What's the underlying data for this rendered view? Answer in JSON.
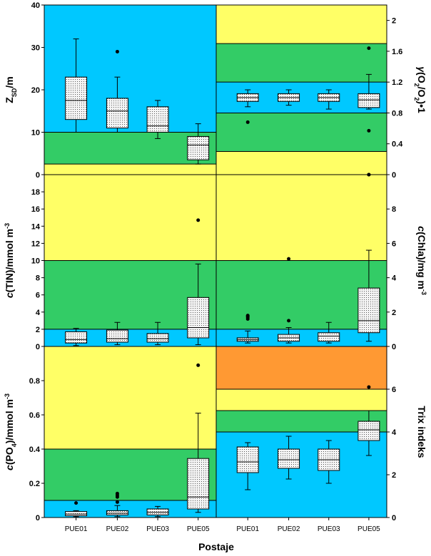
{
  "chart_data": {
    "type": "box",
    "xlabel": "Postaje",
    "categories": [
      "PUE01",
      "PUE02",
      "PUE03",
      "PUE05"
    ],
    "colors": {
      "blue": "#00c8ff",
      "green": "#33cc66",
      "yellow": "#ffff66",
      "orange": "#ff9933",
      "box_fill": "#f2f2f2"
    },
    "panels": [
      {
        "id": "zsd",
        "ylabel_parts": [
          [
            "Z",
            "normal"
          ],
          [
            "SD",
            "sub"
          ],
          [
            "/m",
            "normal"
          ]
        ],
        "axis_side": "left",
        "ylim": [
          0,
          40
        ],
        "yticks": [
          0,
          10,
          20,
          30,
          40
        ],
        "bands": [
          {
            "from": 0,
            "to": 2.5,
            "color": "yellow"
          },
          {
            "from": 2.5,
            "to": 10,
            "color": "green"
          },
          {
            "from": 10,
            "to": 40,
            "color": "blue"
          }
        ],
        "boxes": [
          {
            "category": "PUE01",
            "whisker_low": 10,
            "q1": 13,
            "median": 17.5,
            "q3": 23,
            "whisker_high": 32,
            "outliers": []
          },
          {
            "category": "PUE02",
            "whisker_low": 10,
            "q1": 11,
            "median": 15,
            "q3": 18,
            "whisker_high": 23,
            "outliers": [
              29
            ]
          },
          {
            "category": "PUE03",
            "whisker_low": 8.5,
            "q1": 10,
            "median": 11.5,
            "q3": 16,
            "whisker_high": 17.5,
            "outliers": []
          },
          {
            "category": "PUE05",
            "whisker_low": 2.5,
            "q1": 3.5,
            "median": 7,
            "q3": 9,
            "whisker_high": 12,
            "outliers": []
          }
        ]
      },
      {
        "id": "oxygen",
        "ylabel_parts": [
          [
            "γ",
            "italic"
          ],
          [
            "(O",
            "normal"
          ],
          [
            "2",
            "sub"
          ],
          [
            "/O",
            "normal"
          ],
          [
            "2",
            "sub"
          ],
          [
            ")•1",
            "normal"
          ]
        ],
        "axis_side": "right",
        "ylim": [
          0,
          2.2
        ],
        "yticks": [
          0,
          0.4,
          0.8,
          1.2,
          1.6,
          2
        ],
        "ytick_labels": [
          "0",
          "0.4",
          "0.8",
          "1.2",
          "1.6",
          "2"
        ],
        "bands": [
          {
            "from": 0,
            "to": 0.3,
            "color": "yellow"
          },
          {
            "from": 0.3,
            "to": 0.8,
            "color": "green"
          },
          {
            "from": 0.8,
            "to": 1.2,
            "color": "blue"
          },
          {
            "from": 1.2,
            "to": 1.7,
            "color": "green"
          },
          {
            "from": 1.7,
            "to": 2.2,
            "color": "yellow"
          }
        ],
        "boxes": [
          {
            "category": "PUE01",
            "whisker_low": 0.88,
            "q1": 0.95,
            "median": 1.0,
            "q3": 1.05,
            "whisker_high": 1.1,
            "outliers": [
              0.68
            ]
          },
          {
            "category": "PUE02",
            "whisker_low": 0.9,
            "q1": 0.95,
            "median": 1.0,
            "q3": 1.05,
            "whisker_high": 1.1,
            "outliers": []
          },
          {
            "category": "PUE03",
            "whisker_low": 0.85,
            "q1": 0.95,
            "median": 1.0,
            "q3": 1.05,
            "whisker_high": 1.1,
            "outliers": []
          },
          {
            "category": "PUE05",
            "whisker_low": 0.85,
            "q1": 0.87,
            "median": 0.97,
            "q3": 1.05,
            "whisker_high": 1.3,
            "outliers": [
              0.57,
              1.64,
              0
            ]
          }
        ]
      },
      {
        "id": "tin",
        "ylabel_parts": [
          [
            "c",
            "italic"
          ],
          [
            "(TIN)/mmol m",
            "normal"
          ],
          [
            "-3",
            "sup"
          ]
        ],
        "axis_side": "left",
        "ylim": [
          0,
          20
        ],
        "yticks": [
          0,
          2,
          4,
          6,
          8,
          10,
          12,
          14,
          16,
          18
        ],
        "bands": [
          {
            "from": 0,
            "to": 2,
            "color": "blue"
          },
          {
            "from": 2,
            "to": 10,
            "color": "green"
          },
          {
            "from": 10,
            "to": 20,
            "color": "yellow"
          }
        ],
        "boxes": [
          {
            "category": "PUE01",
            "whisker_low": 0.1,
            "q1": 0.4,
            "median": 0.8,
            "q3": 1.7,
            "whisker_high": 2.1,
            "outliers": []
          },
          {
            "category": "PUE02",
            "whisker_low": 0.2,
            "q1": 0.5,
            "median": 0.9,
            "q3": 1.9,
            "whisker_high": 2.8,
            "outliers": []
          },
          {
            "category": "PUE03",
            "whisker_low": 0.2,
            "q1": 0.5,
            "median": 0.9,
            "q3": 1.5,
            "whisker_high": 2.8,
            "outliers": []
          },
          {
            "category": "PUE05",
            "whisker_low": 0.2,
            "q1": 1,
            "median": 2.2,
            "q3": 5.7,
            "whisker_high": 9.6,
            "outliers": [
              14.7
            ]
          }
        ]
      },
      {
        "id": "chla",
        "ylabel_parts": [
          [
            "c",
            "italic"
          ],
          [
            "(Chla)/mg m",
            "normal"
          ],
          [
            "-3",
            "sup"
          ]
        ],
        "axis_side": "right",
        "ylim": [
          0,
          10
        ],
        "yticks": [
          0,
          2,
          4,
          6,
          8
        ],
        "bands": [
          {
            "from": 0,
            "to": 1,
            "color": "blue"
          },
          {
            "from": 1,
            "to": 5,
            "color": "green"
          },
          {
            "from": 5,
            "to": 10,
            "color": "yellow"
          }
        ],
        "boxes": [
          {
            "category": "PUE01",
            "whisker_low": 0.2,
            "q1": 0.3,
            "median": 0.4,
            "q3": 0.5,
            "whisker_high": 0.9,
            "outliers": [
              1.6,
              1.7,
              1.75,
              1.8
            ]
          },
          {
            "category": "PUE02",
            "whisker_low": 0.2,
            "q1": 0.3,
            "median": 0.5,
            "q3": 0.7,
            "whisker_high": 1.1,
            "outliers": [
              1.5,
              5.1
            ]
          },
          {
            "category": "PUE03",
            "whisker_low": 0.2,
            "q1": 0.3,
            "median": 0.6,
            "q3": 0.8,
            "whisker_high": 1.4,
            "outliers": []
          },
          {
            "category": "PUE05",
            "whisker_low": 0.3,
            "q1": 0.8,
            "median": 1.5,
            "q3": 3.4,
            "whisker_high": 5.6,
            "outliers": [
              10
            ]
          }
        ]
      },
      {
        "id": "po4",
        "ylabel_parts": [
          [
            "c",
            "italic"
          ],
          [
            "(PO",
            "normal"
          ],
          [
            "4",
            "sub"
          ],
          [
            ")/mmol m",
            "normal"
          ],
          [
            "-3",
            "sup"
          ]
        ],
        "axis_side": "left",
        "ylim": [
          0,
          1.0
        ],
        "yticks": [
          0,
          0.2,
          0.4,
          0.6,
          0.8
        ],
        "ytick_labels": [
          "0",
          "0.2",
          "0.4",
          "0.6",
          "0.8"
        ],
        "bands": [
          {
            "from": 0,
            "to": 0.1,
            "color": "blue"
          },
          {
            "from": 0.1,
            "to": 0.4,
            "color": "green"
          },
          {
            "from": 0.4,
            "to": 1.0,
            "color": "yellow"
          }
        ],
        "boxes": [
          {
            "category": "PUE01",
            "whisker_low": 0.005,
            "q1": 0.01,
            "median": 0.02,
            "q3": 0.035,
            "whisker_high": 0.04,
            "outliers": [
              0.085
            ]
          },
          {
            "category": "PUE02",
            "whisker_low": 0.005,
            "q1": 0.015,
            "median": 0.025,
            "q3": 0.04,
            "whisker_high": 0.07,
            "outliers": [
              0.09,
              0.12,
              0.13,
              0.14
            ]
          },
          {
            "category": "PUE03",
            "whisker_low": 0.005,
            "q1": 0.015,
            "median": 0.03,
            "q3": 0.05,
            "whisker_high": 0.065,
            "outliers": []
          },
          {
            "category": "PUE05",
            "whisker_low": 0.03,
            "q1": 0.05,
            "median": 0.12,
            "q3": 0.345,
            "whisker_high": 0.61,
            "outliers": [
              0.89
            ]
          }
        ]
      },
      {
        "id": "trix",
        "ylabel_parts": [
          [
            "Trix indeks",
            "normal"
          ]
        ],
        "axis_side": "right",
        "ylim": [
          0,
          8
        ],
        "yticks": [
          0,
          2,
          4,
          6
        ],
        "bands": [
          {
            "from": 0,
            "to": 4,
            "color": "blue"
          },
          {
            "from": 4,
            "to": 5,
            "color": "green"
          },
          {
            "from": 5,
            "to": 6,
            "color": "yellow"
          },
          {
            "from": 6,
            "to": 8,
            "color": "orange"
          }
        ],
        "boxes": [
          {
            "category": "PUE01",
            "whisker_low": 1.3,
            "q1": 2.1,
            "median": 2.6,
            "q3": 3.3,
            "whisker_high": 3.5,
            "outliers": []
          },
          {
            "category": "PUE02",
            "whisker_low": 1.8,
            "q1": 2.3,
            "median": 2.7,
            "q3": 3.2,
            "whisker_high": 3.8,
            "outliers": []
          },
          {
            "category": "PUE03",
            "whisker_low": 1.6,
            "q1": 2.2,
            "median": 2.7,
            "q3": 3.2,
            "whisker_high": 3.6,
            "outliers": []
          },
          {
            "category": "PUE05",
            "whisker_low": 2.9,
            "q1": 3.6,
            "median": 4.1,
            "q3": 4.5,
            "whisker_high": 5,
            "outliers": [
              6.1
            ]
          }
        ]
      }
    ]
  }
}
